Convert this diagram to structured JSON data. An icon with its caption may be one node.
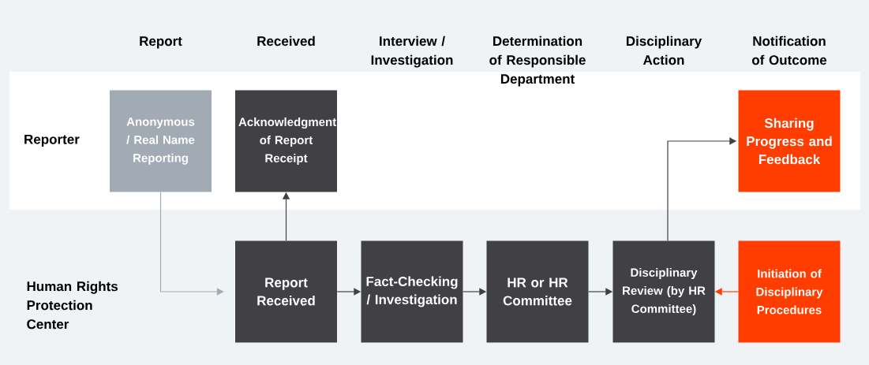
{
  "diagram": {
    "nodes": [
      {
        "text": [
          "Reporter"
        ]
      },
      {
        "text": [
          "Anonymous / Real Name Reporting"
        ],
        "in": 0
      },
      {
        "text": [
          "Acknowledgment of Report Receipt"
        ],
        "in": 0
      },
      {
        "text": [
          "Sharing Progress and Feedback"
        ],
        "in": 0
      },
      {
        "text": [
          "Report Received"
        ]
      },
      {
        "text": [
          "Fact-Checking / Investigation"
        ]
      },
      {
        "text": [
          "HR or HR Committee"
        ]
      },
      {
        "text": [
          "Disciplinary Review (by HR Committee)"
        ]
      },
      {
        "text": [
          "Initiation of Disciplinary Procedures"
        ]
      }
    ],
    "edges": [
      {
        "from": 1,
        "to": 4,
        "arrow": "to",
        "color": "#a2abb3"
      },
      {
        "from": 4,
        "to": 2,
        "arrow": "to"
      },
      {
        "from": 4,
        "to": 5,
        "arrow": "to"
      },
      {
        "from": 5,
        "to": 6,
        "arrow": "to"
      },
      {
        "from": 6,
        "to": 7,
        "arrow": "to"
      },
      {
        "from": 7,
        "to": 3,
        "arrow": "to"
      },
      {
        "from": 8,
        "to": 7,
        "arrow": "to",
        "color": "#ff3d00"
      }
    ],
    "labels": [
      "Report",
      "Received",
      "Interview / Investigation",
      "Determination of Responsible Department",
      "Disciplinary Action",
      "Notification of Outcome",
      "Human Rights Protection Center"
    ]
  }
}
